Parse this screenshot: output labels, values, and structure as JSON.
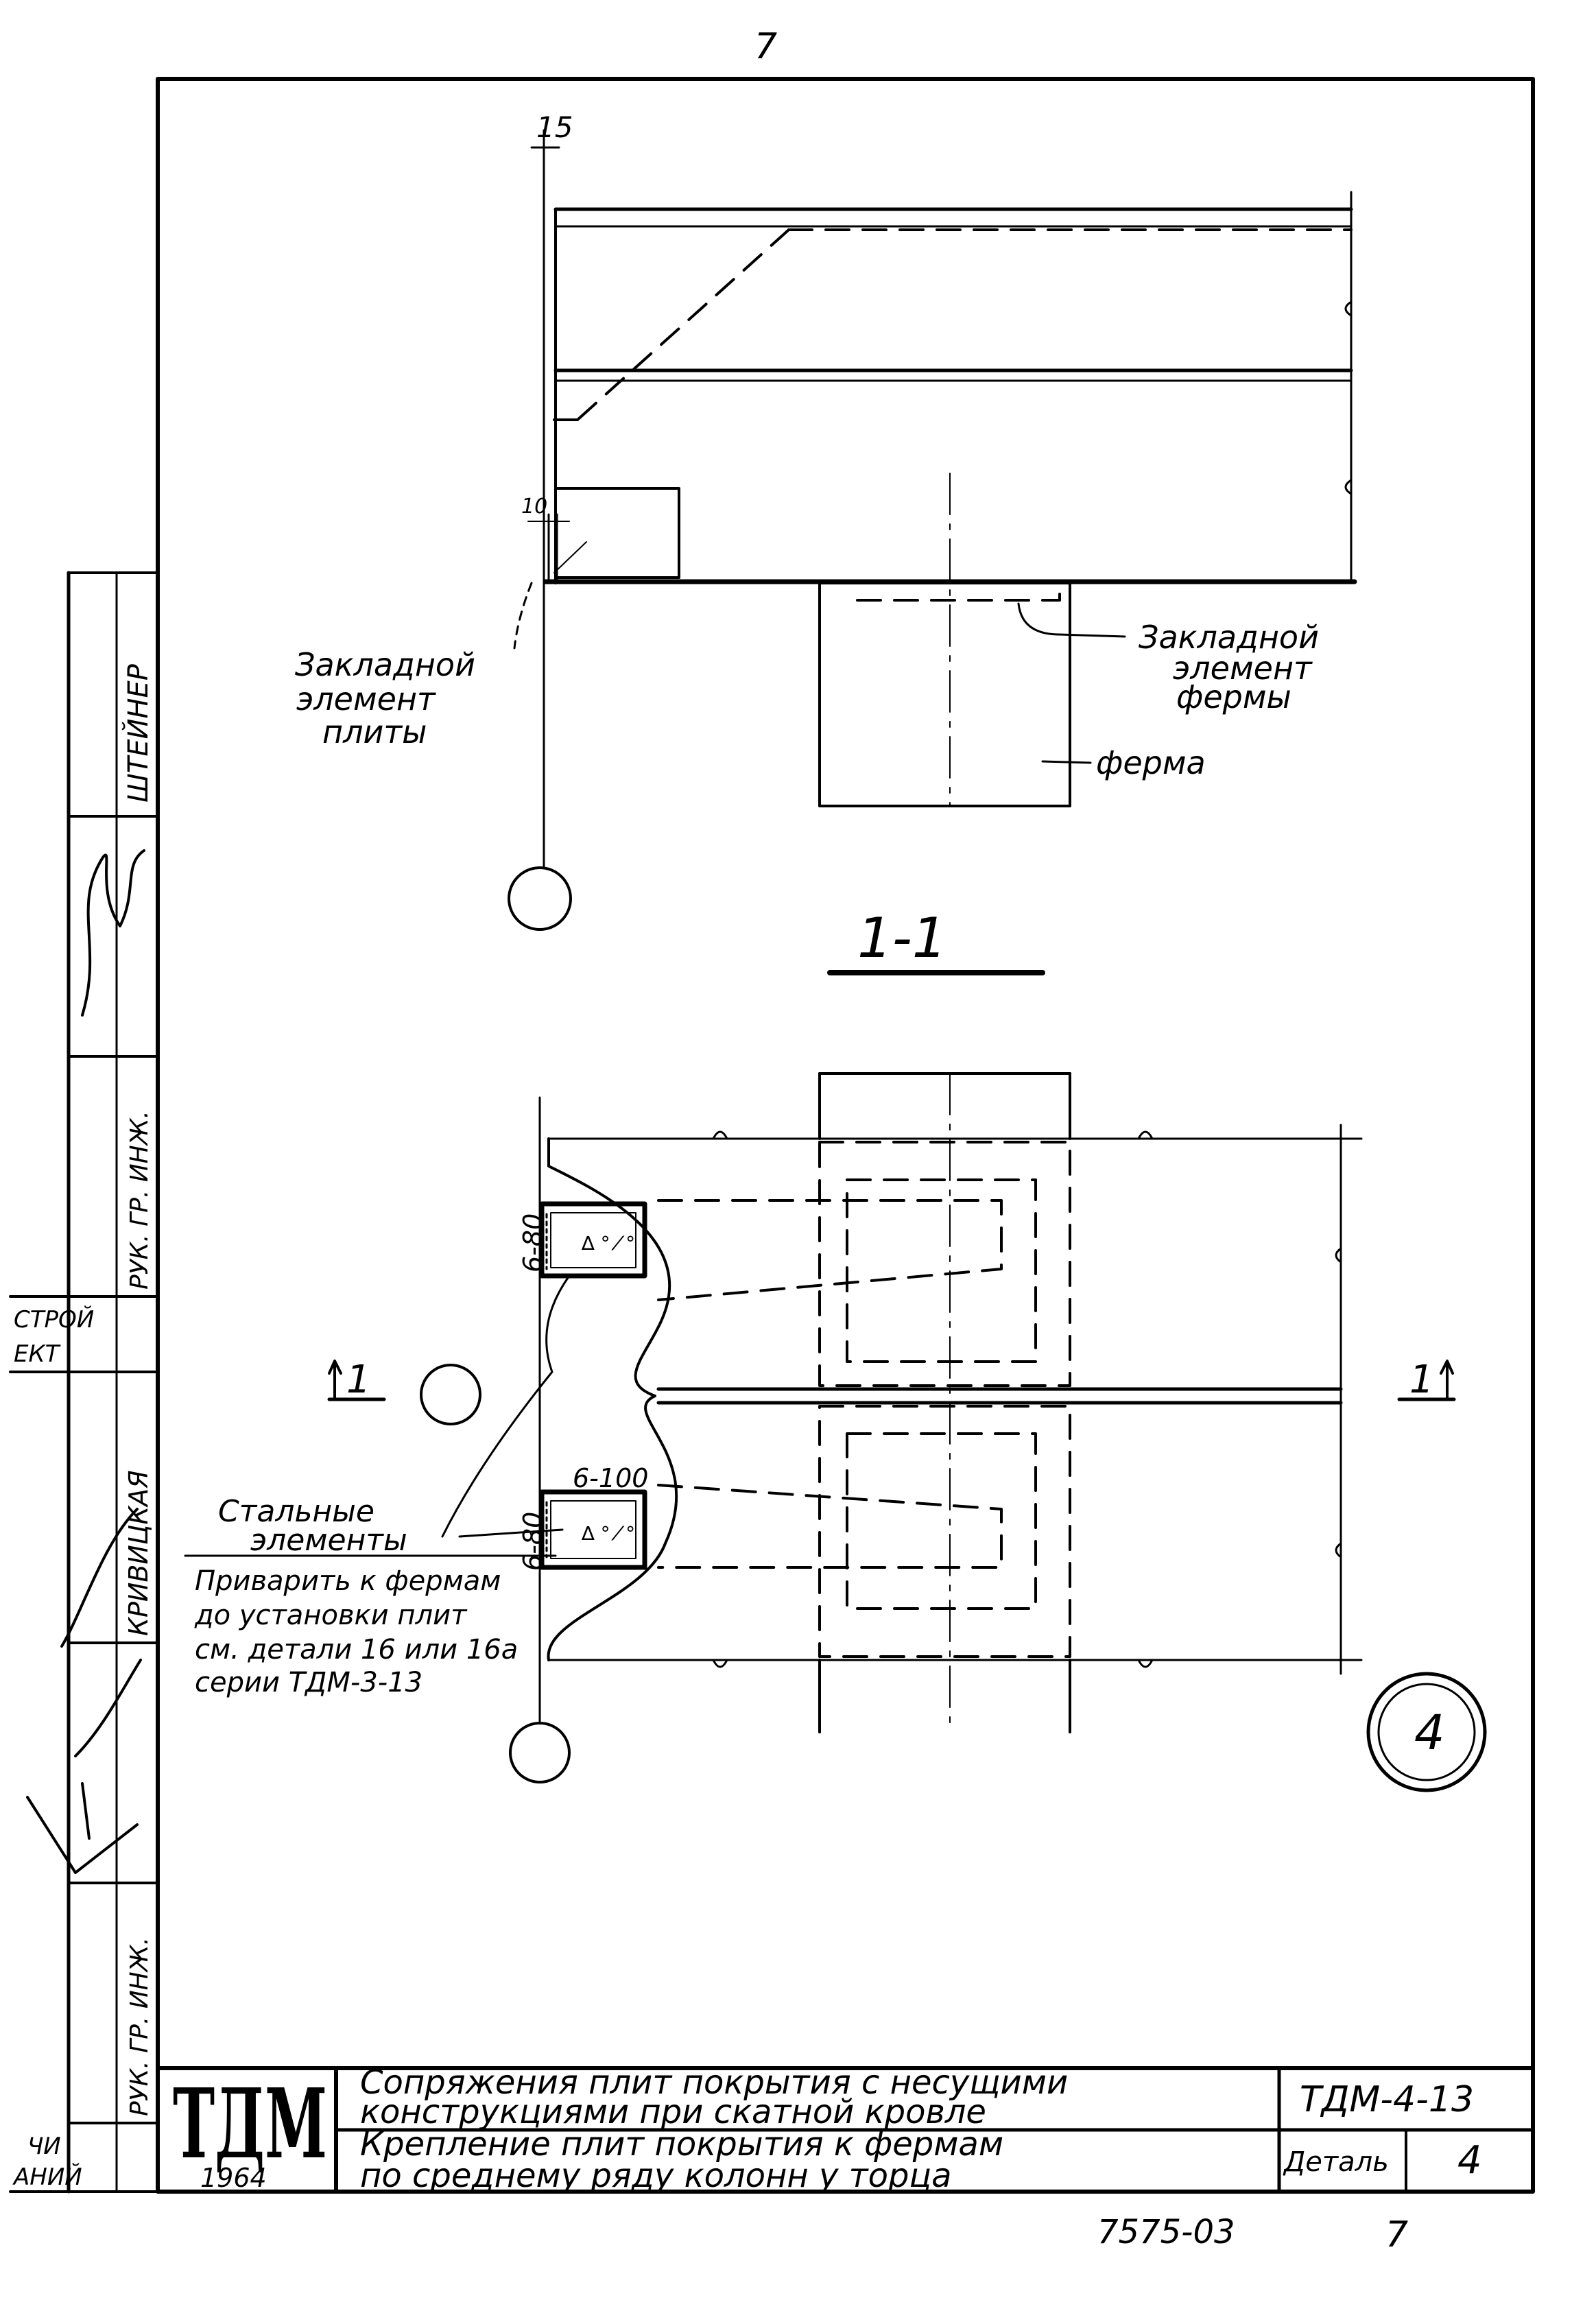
{
  "page_number_top": "7",
  "section_label": "1-1",
  "axis_number": "15",
  "dim_10": "10",
  "labels": {
    "plate_embed": [
      "Закладной",
      "элемент",
      "плиты"
    ],
    "truss_embed": [
      "Закладной",
      "элемент",
      "фермы"
    ],
    "truss": "ферма",
    "steel_elements": [
      "Стальные",
      "элементы"
    ],
    "weld_note": [
      "Приварить к фермам",
      "до установки плит",
      "см. детали 16 или 16а",
      "серии ТДМ-3-13"
    ]
  },
  "plan_dims": {
    "top_plate": "6-80",
    "bottom_plate_h": "6-100",
    "bottom_plate_v": "6-80",
    "marker_left": "1",
    "marker_right": "1"
  },
  "detail_circle": "4",
  "side_stamp": {
    "row1": "ШТЕЙНЕР",
    "row2": "РУК. ГР. ИНЖ.",
    "row3": "СТРОЙ",
    "row3b": "ЕКТ",
    "row4": "КРИВИЦКАЯ",
    "row5": "РУК. ГР. ИНЖ.",
    "row6a": "ЧИ",
    "row6b": "АНИЙ"
  },
  "title_block": {
    "logo": "ТДМ",
    "year": "1964",
    "title1": [
      "Сопряжения плит покрытия с несущими",
      "конструкциями при скатной кровле"
    ],
    "series": "ТДМ-4-13",
    "title2": [
      "Крепление плит покрытия к фермам",
      "по среднему ряду колонн у торца"
    ],
    "detail_label": "Деталь",
    "detail_no": "4"
  },
  "footer": {
    "code": "7575-03",
    "page": "7"
  }
}
